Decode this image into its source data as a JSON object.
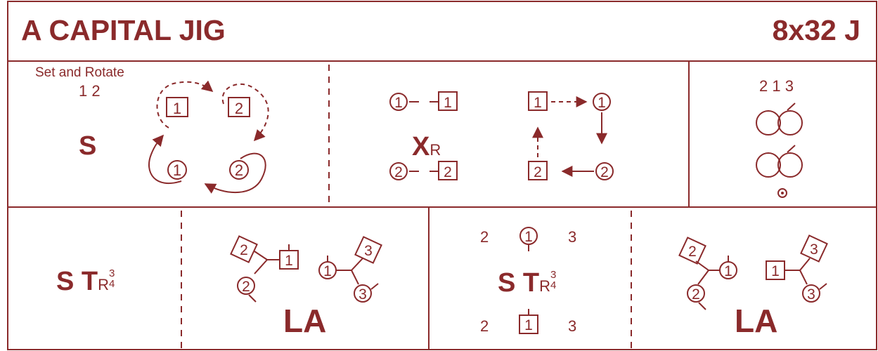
{
  "card": {
    "title": "A CAPITAL JIG",
    "tempo": "8x32 J"
  },
  "row1": {
    "set_and_rotate": {
      "note": "Set and Rotate",
      "order": "1 2",
      "figure": "S",
      "men": [
        "1",
        "2"
      ],
      "women": [
        "1",
        "2"
      ]
    },
    "cross_right": {
      "figure": "X",
      "subscript": "R",
      "labels": [
        "1",
        "1",
        "2",
        "2",
        "1",
        "1",
        "2",
        "2"
      ]
    },
    "position": {
      "order": "2 1 3"
    }
  },
  "row2": {
    "set_turn_1": {
      "figure": "S T",
      "subscript": "R",
      "frac_num": "3",
      "frac_den": "4"
    },
    "lead_across_1": {
      "figure": "LA",
      "labels": [
        "2",
        "1",
        "2",
        "1",
        "3",
        "3"
      ]
    },
    "set_turn_2": {
      "figure": "S T",
      "subscript": "R",
      "frac_num": "3",
      "frac_den": "4",
      "top": [
        "2",
        "1",
        "3"
      ],
      "bottom": [
        "2",
        "1",
        "3"
      ]
    },
    "lead_across_2": {
      "figure": "LA",
      "labels": [
        "2",
        "1",
        "2",
        "1",
        "3",
        "3"
      ]
    }
  },
  "colors": {
    "ink": "#8a2a2b",
    "background": "#ffffff"
  }
}
